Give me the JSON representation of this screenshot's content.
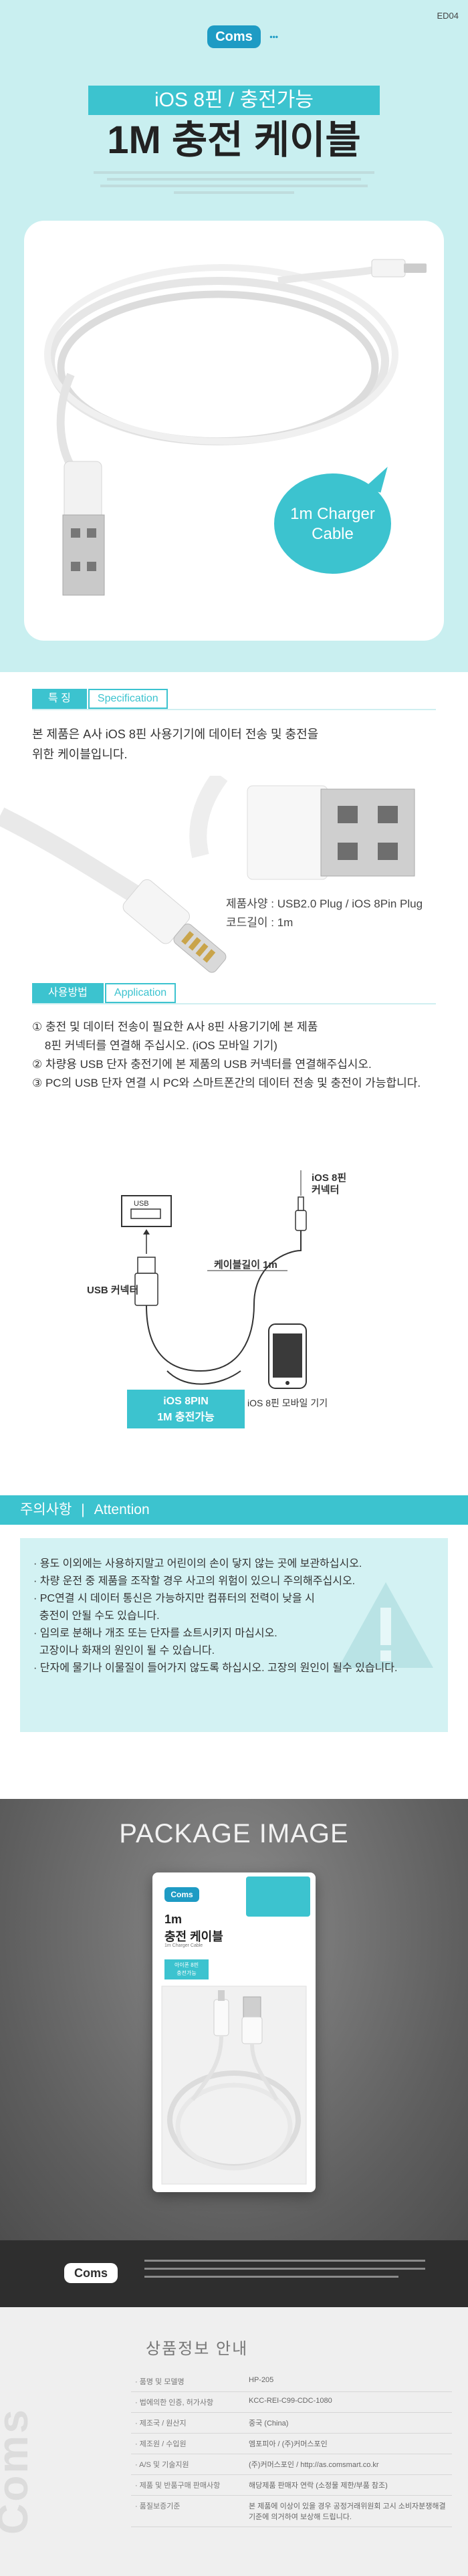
{
  "brand": {
    "logo_text": "Coms",
    "product_code": "ED04",
    "accent": "#3cc3cf",
    "logo_color": "#1e9bc4"
  },
  "hero": {
    "ribbon": "iOS 8핀 / 충전가능",
    "title": "1M 충전 케이블",
    "bubble_line1": "1m Charger",
    "bubble_line2": "Cable"
  },
  "spec": {
    "label_kr": "특    징",
    "label_en": "Specification",
    "intro_line1": "본 제품은 A사 iOS 8핀 사용기기에 데이터 전송 및 충전을",
    "intro_line2": "위한 케이블입니다.",
    "items": [
      "제품사양 : USB2.0 Plug / iOS 8Pin Plug",
      "코드길이 : 1m"
    ]
  },
  "usage": {
    "label_kr": "사용방법",
    "label_en": "Application",
    "items": [
      "① 충전 및 데이터 전송이 필요한 A사 8핀 사용기기에 본 제품",
      "    8핀 커넥터를 연결해 주십시오. (iOS 모바일 기기)",
      "② 차량용 USB 단자 충전기에 본 제품의 USB 커넥터를 연결해주십시오.",
      "③ PC의 USB 단자 연결 시 PC와 스마트폰간의 데이터 전송 및 충전이 가능합니다."
    ],
    "diagram": {
      "ios_label_1": "iOS 8핀",
      "ios_label_2": "커넥터",
      "usb_box": "USB",
      "cable_length": "케이블길이 1m",
      "usb_connector": "USB 커넥터",
      "device": "iOS 8핀 모바일 기기",
      "tag_line1": "iOS 8PIN",
      "tag_line2": "1M 충전가능"
    }
  },
  "caution": {
    "label_kr": "주의사항",
    "label_en": "Attention",
    "items": [
      "· 용도 이외에는 사용하지말고 어린이의 손이 닿지 않는 곳에 보관하십시오.",
      "· 차량 운전 중 제품을 조작할 경우 사고의 위험이 있으니 주의해주십시오.",
      "· PC연결 시 데이터 통신은 가능하지만 컴퓨터의 전력이 낮을 시",
      "  충전이 안될 수도 있습니다.",
      "· 임의로 분해나 개조 또는 단자를 쇼트시키지 마십시오.",
      "  고장이나 화재의 원인이 될 수 있습니다.",
      "· 단자에 물기나 이물질이 들어가지 않도록 하십시오. 고장의 원인이 될수 있습니다."
    ]
  },
  "package": {
    "title": "PACKAGE IMAGE",
    "box_logo": "Coms",
    "box_title_1": "1m",
    "box_title_2": "충전 케이블",
    "box_sub": "1m Charger Cable",
    "box_tag_1": "아이폰 8핀",
    "box_tag_2": "충전가능"
  },
  "footer": {
    "logo": "Coms"
  },
  "info": {
    "watermark": "Coms",
    "title": "상품정보 안내",
    "rows": [
      {
        "k": "품명 및 모델명",
        "v": "HP-205"
      },
      {
        "k": "법에의한 인증, 허가사항",
        "v": "KCC-REI-C99-CDC-1080"
      },
      {
        "k": "제조국 / 원산지",
        "v": "중국 (China)"
      },
      {
        "k": "제조원 / 수입원",
        "v": "엠포피아 / (주)커머스포인"
      },
      {
        "k": "A/S 및 기술지원",
        "v": "(주)커머스포인 / http://as.comsmart.co.kr"
      },
      {
        "k": "제품 및 반품구매 판매사항",
        "v": "해당제품 판매자 연락 (소정물 제한/부품 참조)"
      },
      {
        "k": "품질보증기준",
        "v": "본 제품에 이상이 있을 경우 공정거래위원회 고시 소비자분쟁해결기준에 의거하여 보상해 드립니다."
      }
    ]
  }
}
